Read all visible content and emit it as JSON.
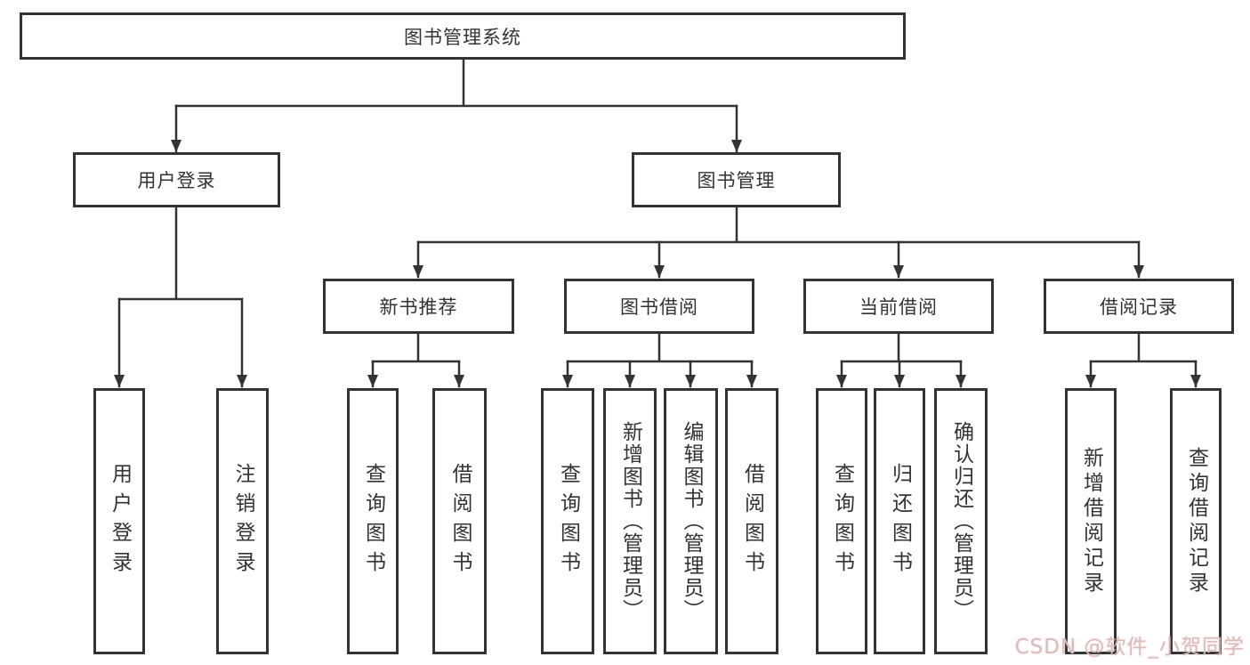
{
  "nodes": {
    "root": "图书管理系统",
    "user_login": "用户登录",
    "book_mgmt": "图书管理",
    "new_books": "新书推荐",
    "book_borrow": "图书借阅",
    "current_borrow": "当前借阅",
    "borrow_records": "借阅记录",
    "ul_login": "用户登录",
    "ul_logout": "注销登录",
    "nb_query": "查询图书",
    "nb_borrow": "借阅图书",
    "bb_query": "查询图书",
    "bb_add": "新增图书（管理员）",
    "bb_edit": "编辑图书（管理员）",
    "bb_borrow": "借阅图书",
    "cb_query": "查询图书",
    "cb_return": "归还图书",
    "cb_confirm": "确认归还（管理员）",
    "br_add": "新增借阅记录",
    "br_query": "查询借阅记录"
  },
  "watermark": {
    "text": "CSDN @软件_小贺同学",
    "color": "#d9bcbc"
  },
  "colors": {
    "line": "#333333",
    "box_border": "#333333",
    "text": "#333333",
    "background": "#ffffff"
  }
}
